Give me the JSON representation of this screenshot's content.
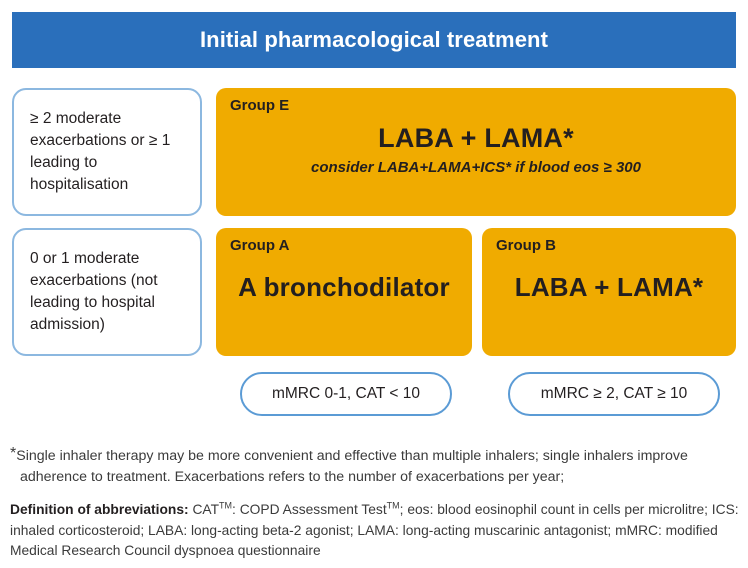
{
  "header": {
    "title": "Initial pharmacological treatment",
    "background_color": "#2a6fbb",
    "text_color": "#ffffff"
  },
  "colors": {
    "banner_blue": "#2a6fbb",
    "group_orange": "#f0ab00",
    "criteria_border_blue": "#8cb8e0",
    "pill_border_blue": "#5b9bd5",
    "body_text": "#231f20"
  },
  "criteria": [
    {
      "id": "high-exacerbation",
      "text": "≥ 2 moderate exacerbations or ≥ 1 leading to hospitalisation"
    },
    {
      "id": "low-exacerbation",
      "text": "0 or 1 moderate exacerbations (not leading to hospital admission)"
    }
  ],
  "groups": [
    {
      "id": "E",
      "label": "Group E",
      "treatment": "LABA + LAMA*",
      "note": "consider LABA+LAMA+ICS* if blood eos ≥ 300"
    },
    {
      "id": "A",
      "label": "Group A",
      "treatment": "A bronchodilator",
      "note": ""
    },
    {
      "id": "B",
      "label": "Group B",
      "treatment": "LABA + LAMA*",
      "note": ""
    }
  ],
  "symptom_pills": [
    {
      "id": "low-symptoms",
      "text": "mMRC 0-1, CAT < 10"
    },
    {
      "id": "high-symptoms",
      "text": "mMRC ≥ 2, CAT ≥ 10"
    }
  ],
  "footnote": {
    "marker": "*",
    "text": "Single inhaler therapy may be more convenient and effective than multiple inhalers; single inhalers improve adherence to treatment. Exacerbations refers to the number of exacerbations per year;"
  },
  "definitions": {
    "heading": "Definition of abbreviations:",
    "cat_label": "CAT",
    "cat_expansion": ": COPD Assessment Test",
    "rest": "; eos: blood eosinophil count in cells per microlitre; ICS: inhaled corticosteroid; LABA: long-acting beta-2 agonist; LAMA: long-acting muscarinic antagonist; mMRC: modified Medical Research Council dyspnoea questionnaire",
    "tm": "TM"
  }
}
